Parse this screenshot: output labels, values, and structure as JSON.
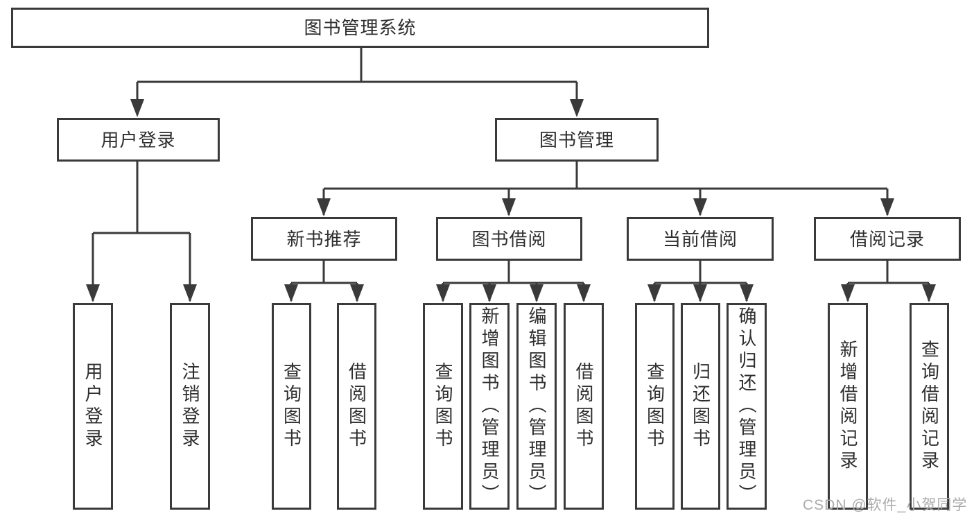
{
  "diagram": {
    "root": {
      "label": "图书管理系统"
    },
    "branches": [
      {
        "label": "用户登录",
        "children": [
          {
            "label": "用户登录"
          },
          {
            "label": "注销登录"
          }
        ]
      },
      {
        "label": "图书管理",
        "children": [
          {
            "label": "新书推荐",
            "children": [
              {
                "label": "查询图书"
              },
              {
                "label": "借阅图书"
              }
            ]
          },
          {
            "label": "图书借阅",
            "children": [
              {
                "label": "查询图书"
              },
              {
                "label": "新增图书（管理员）"
              },
              {
                "label": "编辑图书（管理员）"
              },
              {
                "label": "借阅图书"
              }
            ]
          },
          {
            "label": "当前借阅",
            "children": [
              {
                "label": "查询图书"
              },
              {
                "label": "归还图书"
              },
              {
                "label": "确认归还（管理员）"
              }
            ]
          },
          {
            "label": "借阅记录",
            "children": [
              {
                "label": "新增借阅记录"
              },
              {
                "label": "查询借阅记录"
              }
            ]
          }
        ]
      }
    ]
  },
  "watermark": {
    "text": "CSDN @软件_小贺同学"
  },
  "colors": {
    "line": "#3a3a3a",
    "text": "#2e2e2e",
    "watermark": "#ababab",
    "background": "#ffffff"
  }
}
